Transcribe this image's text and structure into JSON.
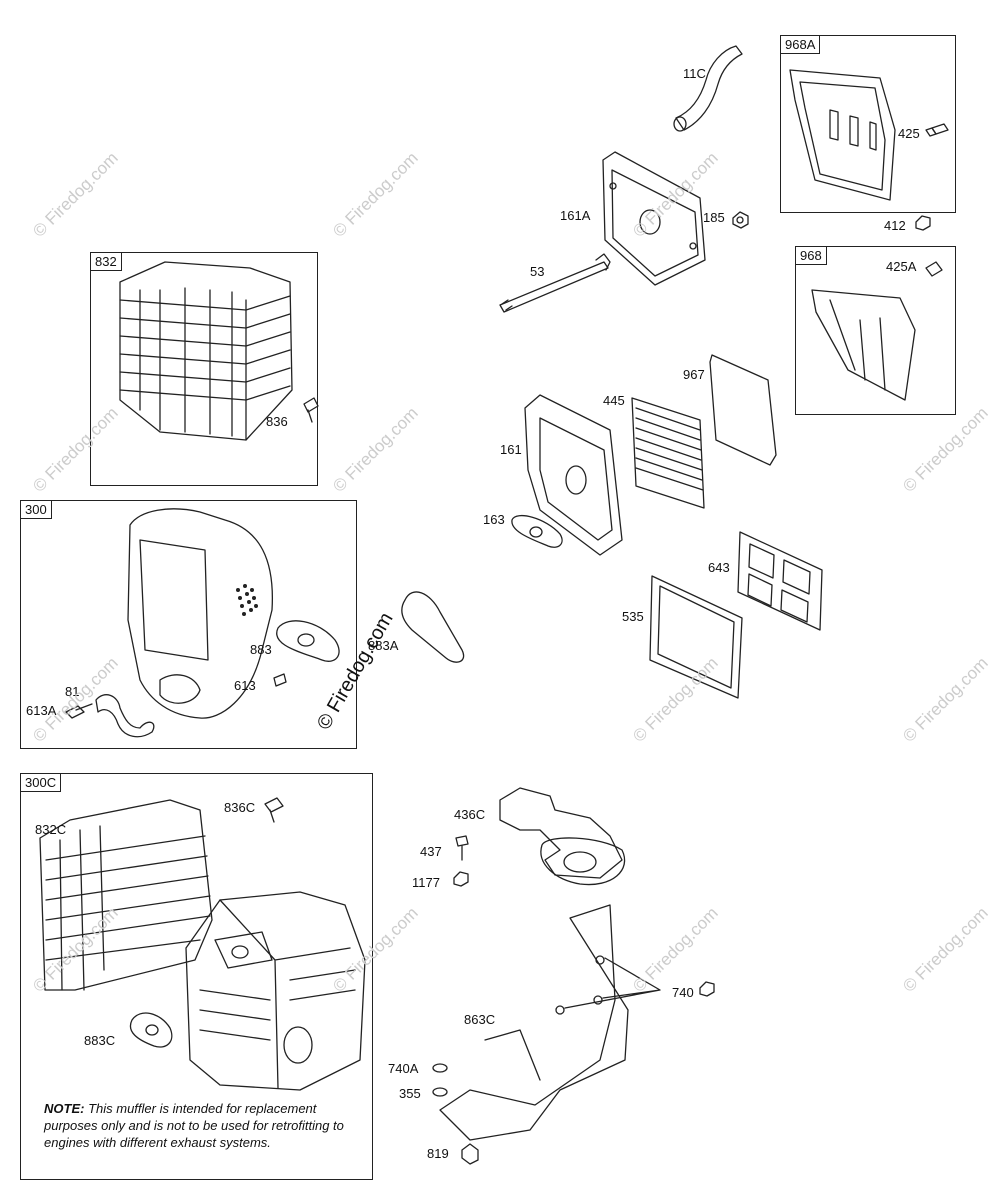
{
  "box_tags": {
    "b832": "832",
    "b300": "300",
    "b300c": "300C",
    "b968a": "968A",
    "b968": "968"
  },
  "labels": {
    "l11c": "11C",
    "l161a": "161A",
    "l185": "185",
    "l53": "53",
    "l425": "425",
    "l412": "412",
    "l425a": "425A",
    "l967": "967",
    "l445": "445",
    "l161": "161",
    "l163": "163",
    "l643": "643",
    "l535": "535",
    "l836": "836",
    "l883": "883",
    "l883a": "883A",
    "l613": "613",
    "l81": "81",
    "l613a": "613A",
    "l836c": "836C",
    "l832c": "832C",
    "l883c": "883C",
    "l436c": "436C",
    "l437": "437",
    "l1177": "1177",
    "l740": "740",
    "l863c": "863C",
    "l740a": "740A",
    "l355": "355",
    "l819": "819"
  },
  "note": {
    "prefix": "NOTE:",
    "text": "This muffler is intended for replacement purposes only and is not to be used for retrofitting to engines with different exhaust systems."
  },
  "watermark": "© Firedog.com"
}
